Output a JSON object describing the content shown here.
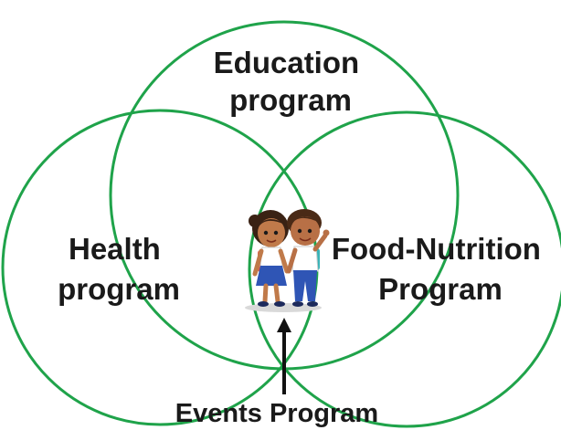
{
  "diagram": {
    "circles": [
      {
        "label_lines": [
          "Education",
          "program"
        ]
      },
      {
        "label_lines": [
          "Health",
          "program"
        ]
      },
      {
        "label_lines": [
          "Food-Nutrition",
          "Program"
        ]
      }
    ],
    "center_label": "Events Program",
    "center_image": "two-school-children-illustration",
    "colors": {
      "circle_stroke": "#1fa34a",
      "text": "#1a1a1a",
      "arrow": "#111111"
    }
  }
}
